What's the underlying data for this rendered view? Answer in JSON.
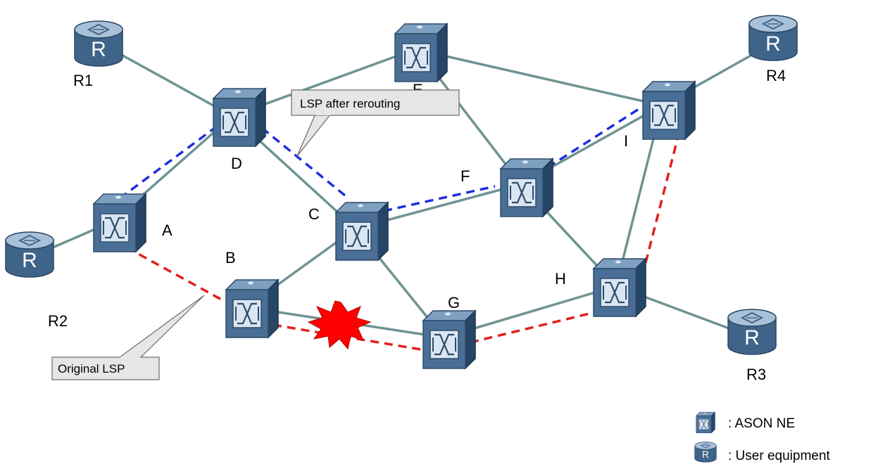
{
  "nodes": {
    "A": "A",
    "B": "B",
    "C": "C",
    "D": "D",
    "E": "E",
    "F": "F",
    "G": "G",
    "H": "H",
    "I": "I",
    "R1": "R1",
    "R2": "R2",
    "R3": "R3",
    "R4": "R4"
  },
  "callouts": {
    "rerouted": "LSP after rerouting",
    "original": "Original LSP"
  },
  "legend": {
    "ason": ": ASON NE",
    "user": ": User equipment"
  },
  "icons": {
    "ne": "ason-ne-icon",
    "router": "user-equipment-icon",
    "fault": "fault-burst-icon"
  },
  "colors": {
    "link": "#6f9393",
    "rerouted_lsp": "#1f2ee0",
    "original_lsp": "#e02020",
    "device": "#3f6489",
    "fault": "#ff0000"
  }
}
